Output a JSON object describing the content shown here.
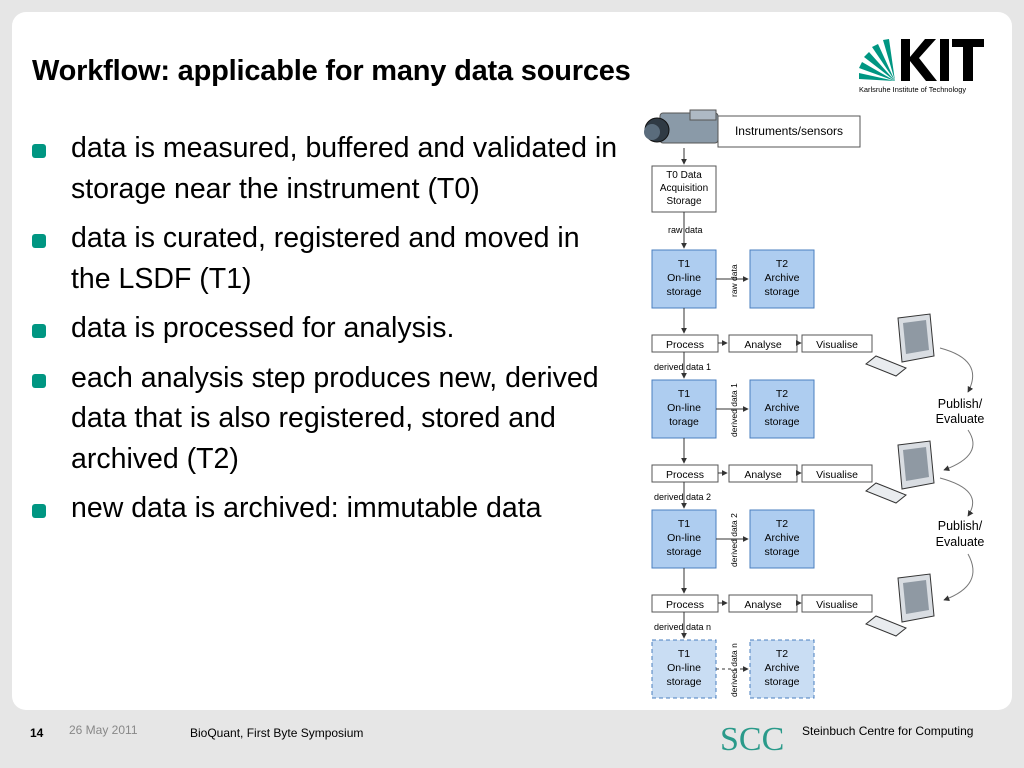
{
  "title": "Workflow: applicable for many data sources",
  "logo": {
    "name": "KIT",
    "subtitle": "Karlsruhe Institute of Technology",
    "color": "#009682"
  },
  "bullets": [
    "data is measured, buffered and validated in storage near the instrument (T0)",
    "data is curated, registered and moved in the LSDF (T1)",
    "data is processed for analysis.",
    "each analysis step produces new, derived data that is also registered, stored and archived (T2)",
    "new data is archived: immutable data"
  ],
  "diagram": {
    "instruments_label": "Instruments/sensors",
    "t0": [
      "T0 Data",
      "Acquisition",
      "Storage"
    ],
    "raw_data_label": "raw data",
    "raw_data_vertical": "raw data",
    "t1": [
      "T1",
      "On-line",
      "storage"
    ],
    "t1_alt": [
      "T1",
      "On-line",
      "torage"
    ],
    "t2": [
      "T2",
      "Archive",
      "storage"
    ],
    "process": "Process",
    "analyse": "Analyse",
    "visualise": "Visualise",
    "derived_1": "derived data 1",
    "derived_2": "derived data 2",
    "derived_n": "derived data n",
    "publish": [
      "Publish/",
      "Evaluate"
    ],
    "box_fill": "#aecdf0",
    "box_stroke": "#4a7fbf"
  },
  "footer": {
    "page": "14",
    "date": "26 May 2011",
    "event": "BioQuant, First Byte Symposium",
    "scc": "SCC",
    "centre": "Steinbuch Centre for Computing"
  }
}
